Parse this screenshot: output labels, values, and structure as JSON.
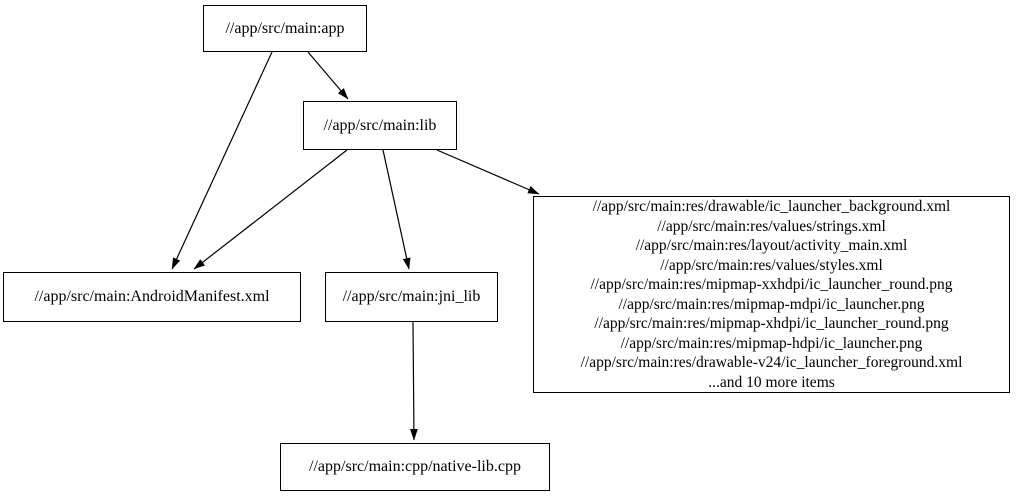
{
  "diagram": {
    "kind": "dependency-graph",
    "background_color": "#ffffff",
    "node_border_color": "#000000",
    "node_fill_color": "#ffffff",
    "edge_color": "#000000",
    "text_color": "#000000"
  },
  "nodes": {
    "app": {
      "label": "//app/src/main:app"
    },
    "lib": {
      "label": "//app/src/main:lib"
    },
    "android_manifest": {
      "label": "//app/src/main:AndroidManifest.xml"
    },
    "jni_lib": {
      "label": "//app/src/main:jni_lib"
    },
    "native_lib": {
      "label": "//app/src/main:cpp/native-lib.cpp"
    },
    "res_group": {
      "lines": [
        "//app/src/main:res/drawable/ic_launcher_background.xml",
        "//app/src/main:res/values/strings.xml",
        "//app/src/main:res/layout/activity_main.xml",
        "//app/src/main:res/values/styles.xml",
        "//app/src/main:res/mipmap-xxhdpi/ic_launcher_round.png",
        "//app/src/main:res/mipmap-mdpi/ic_launcher.png",
        "//app/src/main:res/mipmap-xhdpi/ic_launcher_round.png",
        "//app/src/main:res/mipmap-hdpi/ic_launcher.png",
        "//app/src/main:res/drawable-v24/ic_launcher_foreground.xml",
        "...and 10 more items"
      ]
    }
  },
  "edges": [
    {
      "from": "app",
      "to": "lib"
    },
    {
      "from": "app",
      "to": "android_manifest"
    },
    {
      "from": "lib",
      "to": "android_manifest"
    },
    {
      "from": "lib",
      "to": "jni_lib"
    },
    {
      "from": "lib",
      "to": "res_group"
    },
    {
      "from": "jni_lib",
      "to": "native_lib"
    }
  ]
}
